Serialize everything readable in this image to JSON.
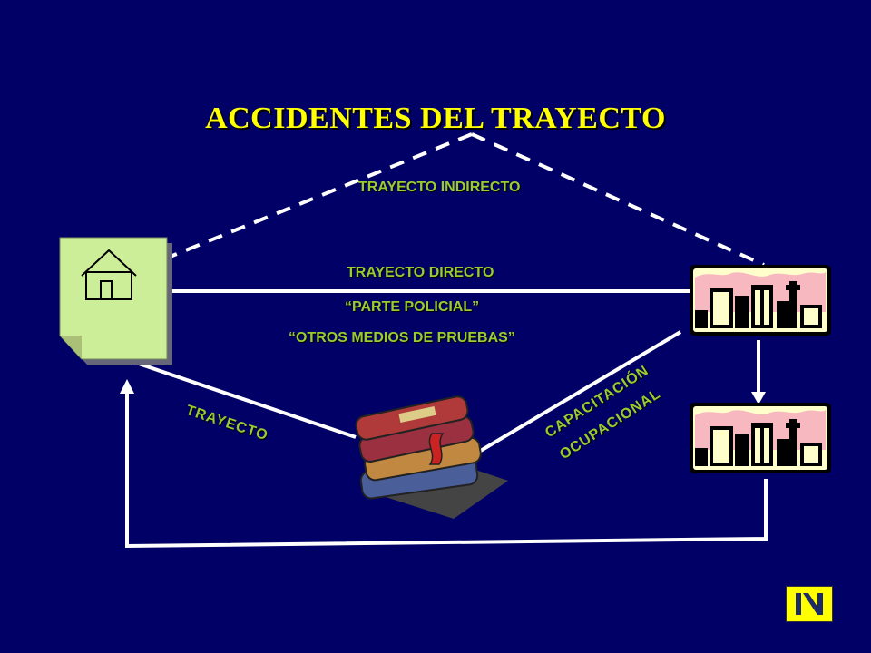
{
  "title": "ACCIDENTES DEL TRAYECTO",
  "labels": {
    "indirect": "TRAYECTO INDIRECTO",
    "direct": "TRAYECTO DIRECTO",
    "police": "“PARTE POLICIAL”",
    "other_evidence": "“OTROS MEDIOS DE PRUEBAS”",
    "commute": "TRAYECTO",
    "training_line1": "CAPACITACIÓN",
    "training_line2": "OCUPACIONAL"
  },
  "icons": {
    "home": "house-icon",
    "workplace": "city-icon",
    "second_workplace": "city-icon",
    "training": "books-icon",
    "navigation": "end-slide-icon"
  },
  "colors": {
    "background": "#000066",
    "title": "#ffff00",
    "label": "#99cc33",
    "lines": "#ffffff"
  }
}
